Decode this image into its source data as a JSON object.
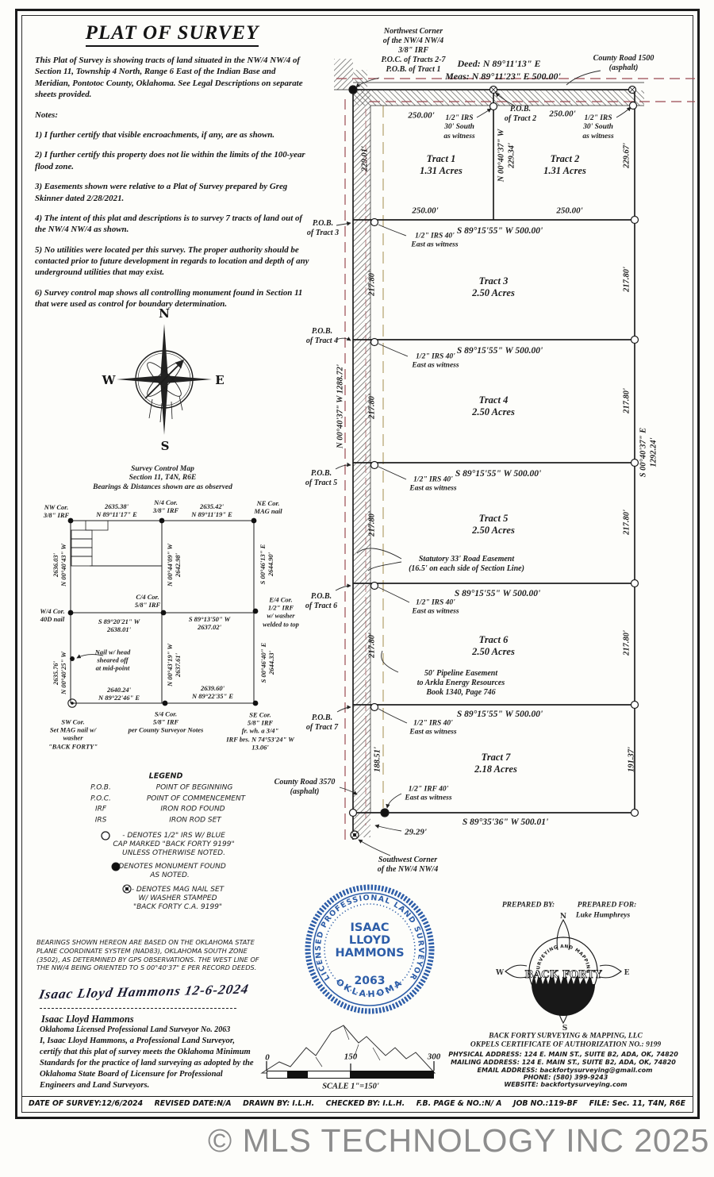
{
  "header": {
    "title": "PLAT OF SURVEY",
    "intro_1": "This Plat of Survey is showing tracts of land situated in the NW/4 NW/4 of Section 11, Township 4 North, Range 6 East of the Indian Base and Meridian, Pontotoc County, Oklahoma. ",
    "intro_2": "See Legal Descriptions on separate sheets provided.",
    "notes_label": "Notes:",
    "notes": [
      "1) I further certify that visible encroachments, if any, are as shown.",
      "2) I further certify this property does not lie within the limits of the 100-year flood zone.",
      "3) Easements shown were relative to a Plat of Survey prepared by Greg Skinner dated 2/28/2021.",
      "4) The intent of this plat and descriptions is to survey 7 tracts of land out of the NW/4 NW/4 as shown.",
      "5) No utilities were located per this survey. The proper authority should be contacted prior to future development in regards to location and depth of any underground utilities that may exist.",
      "6) Survey control map shows all controlling monument found in Section 11 that were used as control for boundary determination."
    ]
  },
  "compass": {
    "n": "N",
    "s": "S",
    "e": "E",
    "w": "W"
  },
  "plat": {
    "nw_corner": "Northwest Corner\nof the NW/4 NW/4\n3/8\" IRF\nP.O.C. of Tracts 2-7\nP.O.B. of Tract 1",
    "deed": "Deed: N 89°11'13\" E",
    "meas": "Meas: N 89°11'23\" E  500.00'",
    "county_road_1500": "County Road 1500\n(asphalt)",
    "county_road_3570": "County Road 3570\n(asphalt)",
    "sw_corner": "Southwest Corner\nof the NW/4 NW/4",
    "dim_29": "29.29'",
    "top_dims": [
      "250.00'",
      "250.00'"
    ],
    "row1_dims": [
      "250.00'",
      "250.00'"
    ],
    "pob_tract2": "P.O.B.\nof Tract 2",
    "witness_30s": "1/2\" IRS\n30' South\nas witness",
    "witness_irs40": "1/2\" IRS 40'\nEast as witness",
    "witness_irf40": "1/2\" IRF 40'\nEast as witness",
    "pobs": [
      "P.O.B.\nof Tract 3",
      "P.O.B.\nof Tract 4",
      "P.O.B.\nof Tract 5",
      "P.O.B.\nof Tract 6",
      "P.O.B.\nof Tract 7"
    ],
    "tracts": [
      "Tract 1\n1.31 Acres",
      "Tract 2\n1.31 Acres",
      "Tract 3\n2.50 Acres",
      "Tract 4\n2.50 Acres",
      "Tract 5\n2.50 Acres",
      "Tract 6\n2.50 Acres",
      "Tract 7\n2.18 Acres"
    ],
    "row_bearing": "S 89°15'55\" W 500.00'",
    "bottom_bearing": "S 89°35'36\" W  500.01'",
    "divider_bearing": "N 00°40'37\" W\n229.34'",
    "west_line": "N 00°40'37\" W 1288.72'",
    "east_line": "S 00°40'37\" E 1292.24'",
    "left_dims": [
      "229.01'",
      "217.80'",
      "217.80'",
      "217.80'",
      "217.80'",
      "188.51'"
    ],
    "right_dims": [
      "229.67'",
      "217.80'",
      "217.80'",
      "217.80'",
      "217.80'",
      "191.37'"
    ],
    "statutory_easement": "Statutory 33' Road Easement\n(16.5' on each side of Section Line)",
    "pipeline_easement": "50' Pipeline Easement\nto Arkla Energy Resources\nBook 1340, Page 746"
  },
  "control_map": {
    "title": "Survey Control Map\nSection 11, T4N, R6E\nBearings & Distances shown are as observed",
    "nw": "NW Cor.\n3/8\" IRF",
    "n4": "N/4 Cor.\n3/8\" IRF",
    "ne": "NE Cor.\nMAG nail",
    "w4": "W/4 Cor.\n40D nail",
    "c4": "C/4 Cor.\n5/8\" IRF",
    "e4": "E/4 Cor.\n1/2\" IRF\nw/ washer\nwelded to top",
    "sw": "SW Cor.\nSet MAG nail w/\nwasher\n\"BACK FORTY\"",
    "s4": "S/4 Cor.\n5/8\" IRF\nper County Surveyor Notes",
    "se": "SE Cor.\n5/8\" IRF\nfr. wh. a 3/4\"\nIRF brs. N 74°53'24\" W\n13.06'",
    "top_left": "2635.38'\nN 89°11'17\" E",
    "top_right": "2635.42'\nN 89°11'19\" E",
    "left_upper": "2636.03'\nN 00°40'43\" W",
    "left_lower": "2635.76'\nN 00°40'25\" W",
    "mid_upper": "N 00°44'09\" W\n2642.98'",
    "mid_lower": "N 00°43'19\" W\n2637.61'",
    "right_upper": "S 00°46'13\" E\n2644.90'",
    "right_lower": "S 00°46'40\" E\n2644.33'",
    "bottom_left_inner": "S 89°20'21\" W\n2638.01'",
    "bottom_right_inner": "S 89°13'50\" W\n2637.02'",
    "bottom_left": "2640.24'\nN 89°22'46\" E",
    "bottom_right": "2639.60'\nN 89°22'35\" E",
    "nail_note": "Nail w/ head\nsheared off\nat mid-point"
  },
  "legend": {
    "title": "LEGEND",
    "rows": [
      {
        "abbr": "P.O.B.",
        "def": "POINT OF BEGINNING"
      },
      {
        "abbr": "P.O.C.",
        "def": "POINT OF COMMENCEMENT"
      },
      {
        "abbr": "IRF",
        "def": "IRON ROD FOUND"
      },
      {
        "abbr": "IRS",
        "def": "IRON ROD SET"
      }
    ],
    "sym_irs": "- DENOTES 1/2\" IRS W/ BLUE\nCAP MARKED \"BACK FORTY 9199\"\nUNLESS OTHERWISE NOTED.",
    "sym_found": "- DENOTES MONUMENT FOUND\nAS NOTED.",
    "sym_mag": "- DENOTES MAG NAIL SET\nW/ WASHER STAMPED\n\"BACK FORTY C.A. 9199\""
  },
  "bearings_note": "BEARINGS SHOWN HEREON ARE BASED ON THE OKLAHOMA STATE PLANE COORDINATE SYSTEM (NAD83), OKLAHOMA SOUTH ZONE (3502), AS DETERMINED BY GPS OBSERVATIONS. THE WEST LINE OF THE NW/4 BEING ORIENTED TO S 00°40'37\" E PER RECORD DEEDS.",
  "signature": {
    "script": "Isaac Lloyd Hammons 12-6-2024",
    "name": "Isaac Lloyd Hammons",
    "license": "Oklahoma Licensed Professional Land Surveyor No. 2063",
    "statement": "I, Isaac Lloyd Hammons, a Professional Land Surveyor, certify that this plat of survey meets the Oklahoma Minimum Standards for the practice of land surveying as adopted by the Oklahoma State Board of Licensure for Professional Engineers and Land Surveyors."
  },
  "seal": {
    "arc_top": "LICENSED PROFESSIONAL LAND SURVEYOR",
    "arc_bottom": "OKLAHOMA",
    "line1": "ISAAC",
    "line2": "LLOYD",
    "line3": "HAMMONS",
    "number": "2063",
    "color": "#2d5da8"
  },
  "scale_bar": {
    "start": "0",
    "mid": "150",
    "end": "300",
    "caption": "SCALE 1\"=150'"
  },
  "prepared": {
    "by_label": "PREPARED BY:",
    "for_label": "PREPARED FOR:",
    "for_name": "Luke Humphreys"
  },
  "logo": {
    "arc": "SURVEYING AND MAPPING",
    "name": "BACK FORTY",
    "n": "N",
    "e": "E",
    "s": "S",
    "w": "W"
  },
  "company": {
    "line1": "BACK FORTY SURVEYING & MAPPING, LLC",
    "line2": "OKPELS CERTIFICATE OF AUTHORIZATION NO.: 9199",
    "line3": "PHYSICAL ADDRESS: 124 E. MAIN ST., SUITE B2, ADA, OK, 74820",
    "line4": "MAILING ADDRESS: 124 E. MAIN ST., SUITE B2, ADA, OK, 74820",
    "line5": "EMAIL ADDRESS: backfortysurveying@gmail.com",
    "line6": "PHONE: (580) 399-9243",
    "line7": "WEBSITE: backfortysurveying.com"
  },
  "footer": {
    "items": [
      "DATE OF SURVEY:12/6/2024",
      "REVISED DATE:N/A",
      "DRAWN BY: I.L.H.",
      "CHECKED BY: I.L.H.",
      "F.B. PAGE & NO.:N/ A",
      "JOB NO.:119-BF",
      "FILE: Sec. 11, T4N, R6E"
    ]
  },
  "watermark": "© MLS TECHNOLOGY INC 2025",
  "colors": {
    "road_dash": "#9a4a52",
    "easement_dash": "#b3a06a",
    "seal_blue": "#2d5da8",
    "ink": "#1c1c1c"
  }
}
